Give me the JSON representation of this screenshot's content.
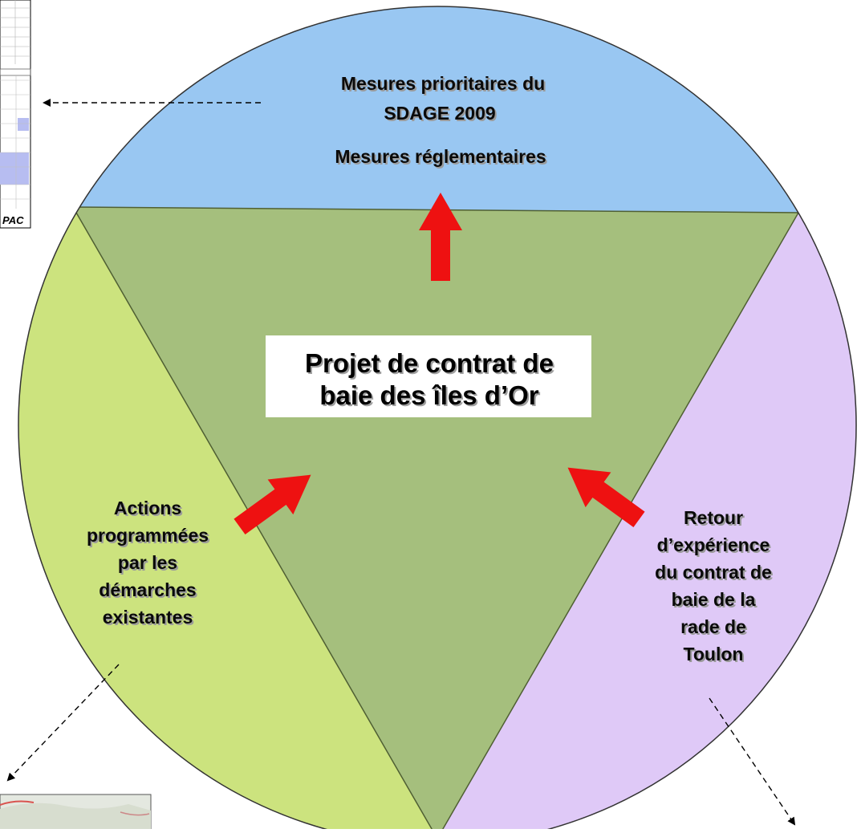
{
  "diagram": {
    "top_segment": {
      "lines": [
        "Mesures prioritaires du",
        "SDAGE 2009",
        "Mesures réglementaires"
      ],
      "color": "#99c7f2"
    },
    "left_segment": {
      "lines": [
        "Actions",
        "programmées",
        "par les",
        "démarches",
        "existantes"
      ],
      "color": "#cce37e"
    },
    "right_segment": {
      "lines": [
        "Retour",
        "d’expérience",
        "du contrat de",
        "baie de la",
        "rade de",
        "Toulon"
      ],
      "color": "#dfc9f7"
    },
    "center_triangle": {
      "color": "#a5bf7d"
    },
    "center_box": {
      "lines": [
        "Projet de contrat de",
        "baie des îles d’Or"
      ]
    },
    "arrow_color": "#ee1111",
    "inset_table_label": "PAC"
  }
}
